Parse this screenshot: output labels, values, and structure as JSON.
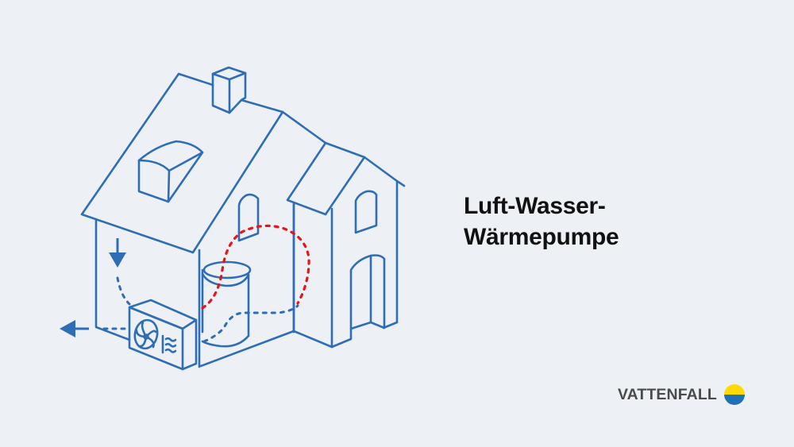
{
  "title": {
    "line1": "Luft-Wasser-",
    "line2": "Wärmepumpe"
  },
  "brand": {
    "name": "VATTENFALL",
    "logo_colors": {
      "top": "#ffda00",
      "bottom": "#2071b5"
    }
  },
  "illustration": {
    "subject": "house-with-air-water-heat-pump",
    "line_color": "#2f6db5",
    "hot_flow_color": "#e4161c",
    "cold_flow_color": "#2f6db5",
    "background": "#edf1f6",
    "elements": [
      "house-icon",
      "chimney-icon",
      "dormer-window-icon",
      "outdoor-heat-pump-unit-icon",
      "fan-icon",
      "air-waves-icon",
      "water-storage-tank-icon",
      "air-intake-arrow-icon",
      "air-exhaust-arrow-icon",
      "hot-water-loop",
      "cold-loop"
    ]
  }
}
